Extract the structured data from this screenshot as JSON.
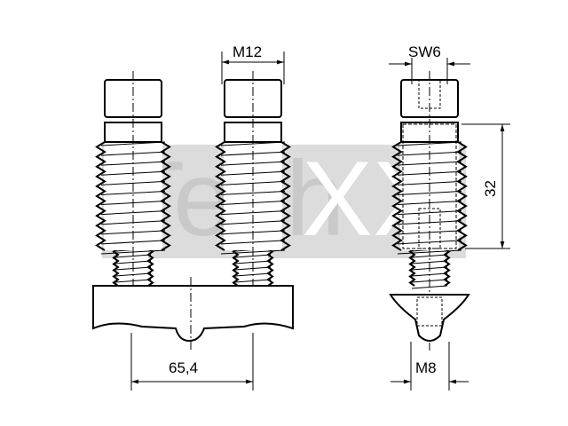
{
  "watermark": {
    "part1": "Tech",
    "part2": "XXL",
    "box_color": "#dcdcdc"
  },
  "dimensions": {
    "thread_size_top": "M12",
    "wrench_size": "SW6",
    "height": "32",
    "spacing": "65,4",
    "thread_size_bottom": "M8"
  }
}
